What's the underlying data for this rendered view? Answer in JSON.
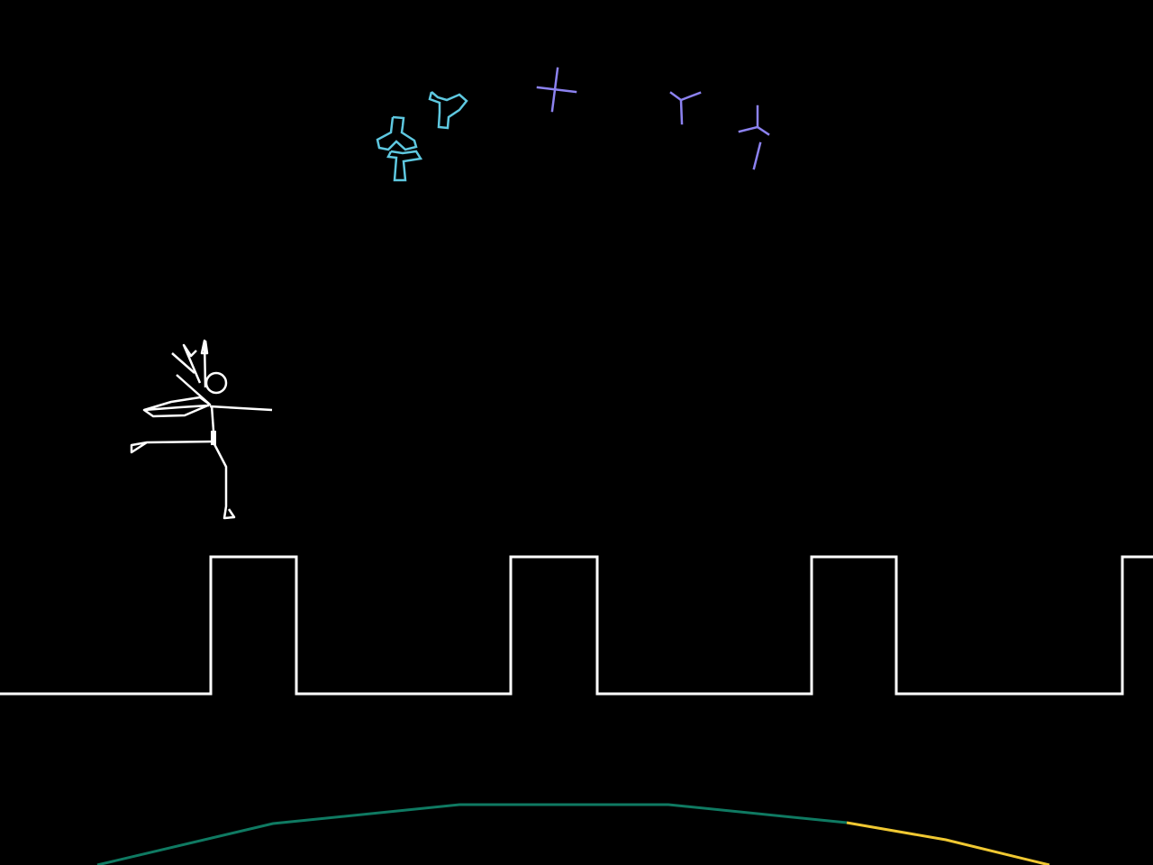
{
  "game": {
    "scene": "castle-wall",
    "colors": {
      "background": "#000000",
      "player": "#ffffff",
      "wall": "#ffffff",
      "enemy_cyan": "#5ec8e0",
      "enemy_violet": "#8c82f0",
      "ground_green": "#0f7a62",
      "ground_yellow": "#f0c832"
    },
    "enemies": [
      {
        "type": "flying-creature",
        "color": "cyan"
      },
      {
        "type": "flying-creature",
        "color": "cyan"
      },
      {
        "type": "flying-creature",
        "color": "cyan"
      },
      {
        "type": "spinner",
        "color": "violet"
      },
      {
        "type": "spinner",
        "color": "violet"
      },
      {
        "type": "spinner",
        "color": "violet"
      }
    ]
  }
}
